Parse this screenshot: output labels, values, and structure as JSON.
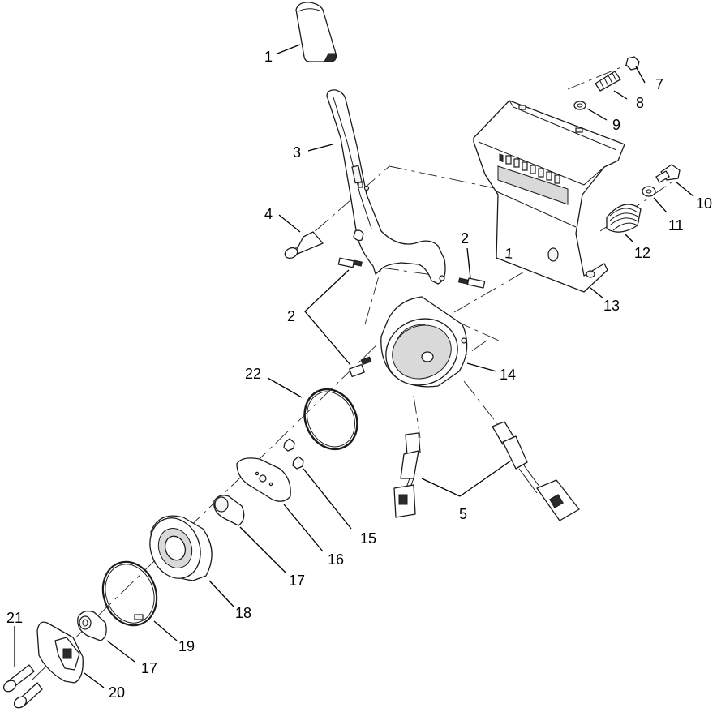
{
  "callouts": [
    {
      "id": "c1",
      "text": "1"
    },
    {
      "id": "c2a",
      "text": "2"
    },
    {
      "id": "c2b",
      "text": "2"
    },
    {
      "id": "c3",
      "text": "3"
    },
    {
      "id": "c4",
      "text": "4"
    },
    {
      "id": "c5",
      "text": "5"
    },
    {
      "id": "c7",
      "text": "7"
    },
    {
      "id": "c8",
      "text": "8"
    },
    {
      "id": "c9",
      "text": "9"
    },
    {
      "id": "c10",
      "text": "10"
    },
    {
      "id": "c11",
      "text": "11"
    },
    {
      "id": "c12",
      "text": "12"
    },
    {
      "id": "c13",
      "text": "13"
    },
    {
      "id": "c14",
      "text": "14"
    },
    {
      "id": "c15",
      "text": "15"
    },
    {
      "id": "c16",
      "text": "16"
    },
    {
      "id": "c17a",
      "text": "17"
    },
    {
      "id": "c17b",
      "text": "17"
    },
    {
      "id": "c18",
      "text": "18"
    },
    {
      "id": "c19",
      "text": "19"
    },
    {
      "id": "c20",
      "text": "20"
    },
    {
      "id": "c21",
      "text": "21"
    },
    {
      "id": "c22",
      "text": "22"
    }
  ],
  "bracket_mark": "1"
}
